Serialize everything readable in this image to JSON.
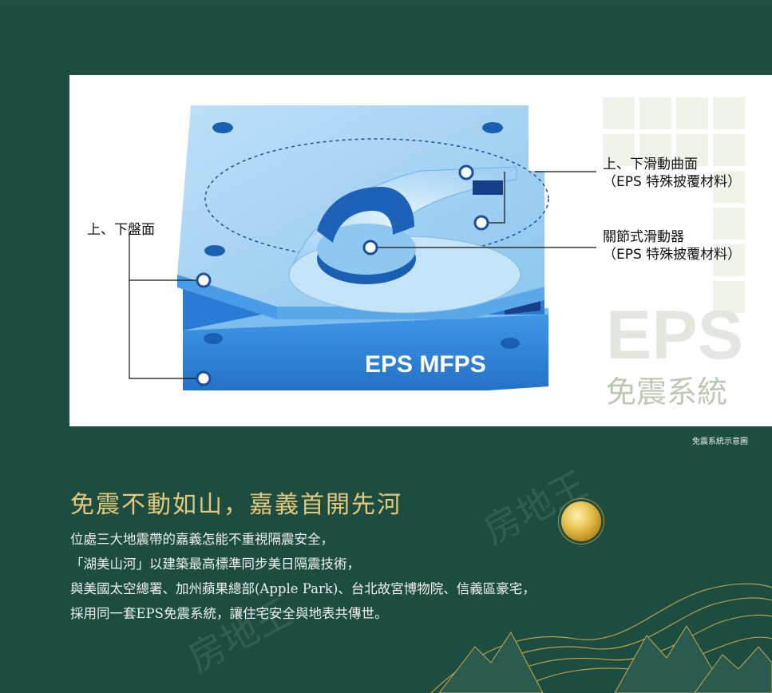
{
  "figure": {
    "device_label": "EPS MFPS",
    "brand_big": "EPS",
    "brand_sub": "免震系統",
    "callouts": {
      "plates": "上、下盤面",
      "curved_line1": "上、下滑動曲面",
      "curved_line2": "（EPS 特殊披覆材料）",
      "slider_line1": "關節式滑動器",
      "slider_line2": "（EPS 特殊披覆材料）"
    }
  },
  "caption": "免震系統示意圖",
  "heading": "免震不動如山，嘉義首開先河",
  "body_lines": [
    "位處三大地震帶的嘉義怎能不重視隔震安全，",
    "「湖美山河」以建築最高標準同步美日隔震技術，",
    "與美國太空總署、加州蘋果總部(Apple Park)、台北故宮博物院、信義區豪宅，",
    "採用同一套EPS免震系統，讓住宅安全與地表共傳世。"
  ],
  "watermark": "房地王",
  "colors": {
    "background": "#1d4c41",
    "heading": "#e3c979",
    "device_blue": "#2f86e0",
    "accent_gold": "#c9a64a"
  }
}
